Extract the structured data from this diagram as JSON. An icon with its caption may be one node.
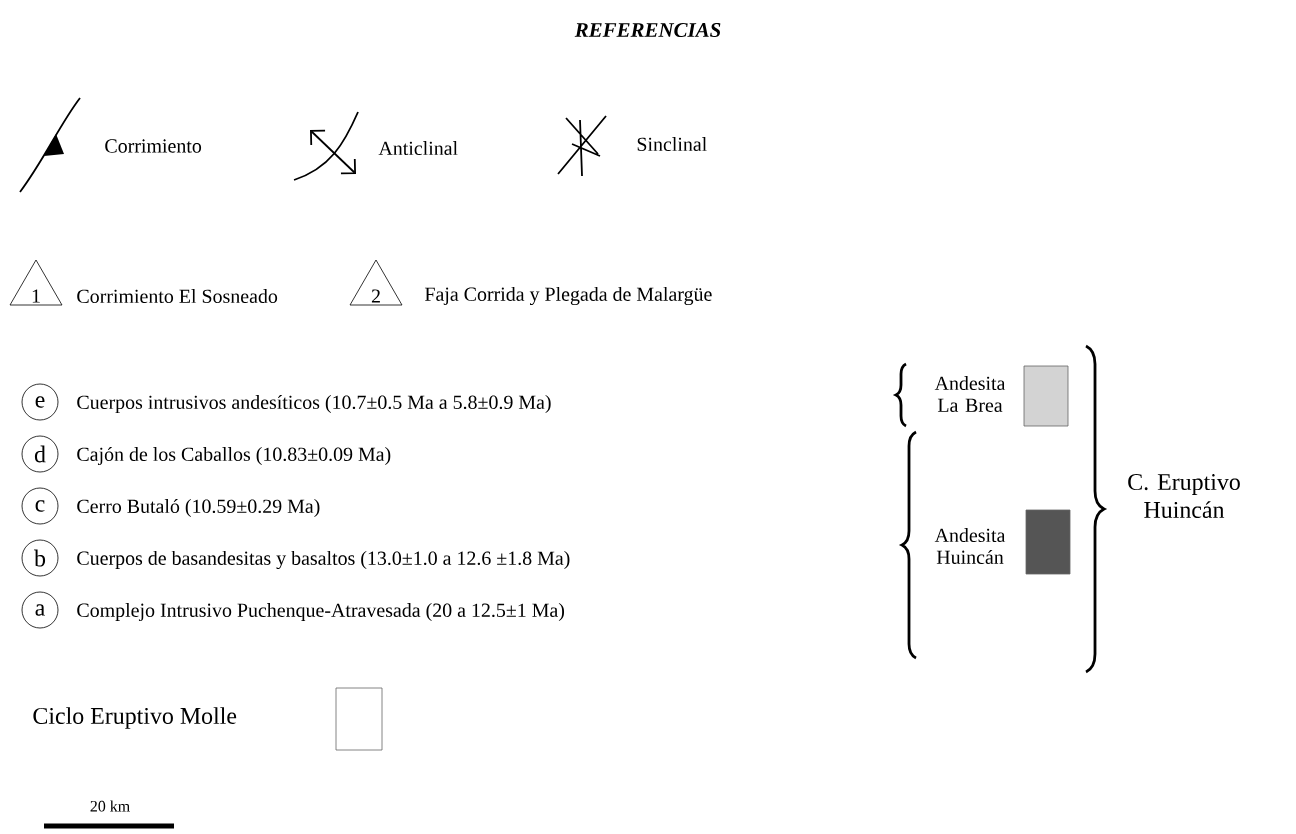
{
  "diagram": {
    "title": "REFERENCIAS",
    "nodes": [
      {
        "text": [
          "1"
        ],
        "beside": [
          "Corrimiento El Sosneado"
        ]
      },
      {
        "text": [
          "2"
        ],
        "beside": [
          "Faja Corrida y Plegada de Malargüe"
        ]
      },
      {
        "text": [
          "e"
        ],
        "beside": [
          "Cuerpos intrusivos andesíticos (10.7±0.5 Ma a 5.8±0.9 Ma)"
        ]
      },
      {
        "text": [
          "d"
        ],
        "beside": [
          "Cajón de los Caballos (10.83±0.09 Ma)"
        ]
      },
      {
        "text": [
          "c"
        ],
        "beside": [
          "Cerro Butaló (10.59±0.29 Ma)"
        ]
      },
      {
        "text": [
          "b"
        ],
        "beside": [
          "Cuerpos de basandesitas y basaltos (13.0±1.0 a 12.6 ±1.8 Ma)"
        ]
      },
      {
        "text": [
          "a"
        ],
        "beside": [
          "Complejo Intrusivo Puchenque-Atravesada (20 a 12.5±1 Ma)"
        ]
      }
    ],
    "labels": [
      "C. Eruptivo Huincán",
      "20 km"
    ],
    "legend": [
      {
        "text": "Corrimiento"
      },
      {
        "text": "Anticlinal"
      },
      {
        "text": "Sinclinal"
      },
      {
        "text": "Andesita La Brea",
        "color": "#d3d3d3"
      },
      {
        "text": "Andesita Huincán",
        "color": "#555555"
      },
      {
        "text": "Ciclo Eruptivo Molle"
      }
    ]
  }
}
